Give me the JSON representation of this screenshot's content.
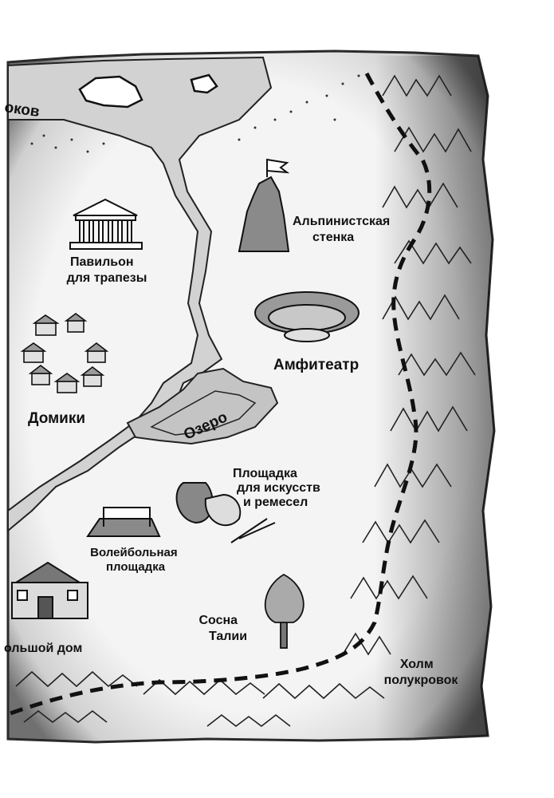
{
  "map": {
    "labels": {
      "top_left_partial": "оков",
      "climbing_wall": [
        "Альпинистская",
        "стенка"
      ],
      "dining_pavilion": [
        "Павильон",
        "для трапезы"
      ],
      "amphitheater": "Амфитеатр",
      "cabins": "Домики",
      "lake": "Озеро",
      "arts_crafts": [
        "Площадка",
        "для искусств",
        "и ремесел"
      ],
      "volleyball": [
        "Волейбольная",
        "площадка"
      ],
      "big_house": "ольшой дом",
      "thalia_pine": [
        "Сосна",
        "Талии"
      ],
      "half_blood_hill": [
        "Холм",
        "полукровок"
      ]
    },
    "colors": {
      "parchment": "#f2f2f2",
      "burnt_edge": "#3a3a3a",
      "ink": "#111111",
      "water": "#cfcfcf",
      "border_dashes": "#111111"
    }
  }
}
